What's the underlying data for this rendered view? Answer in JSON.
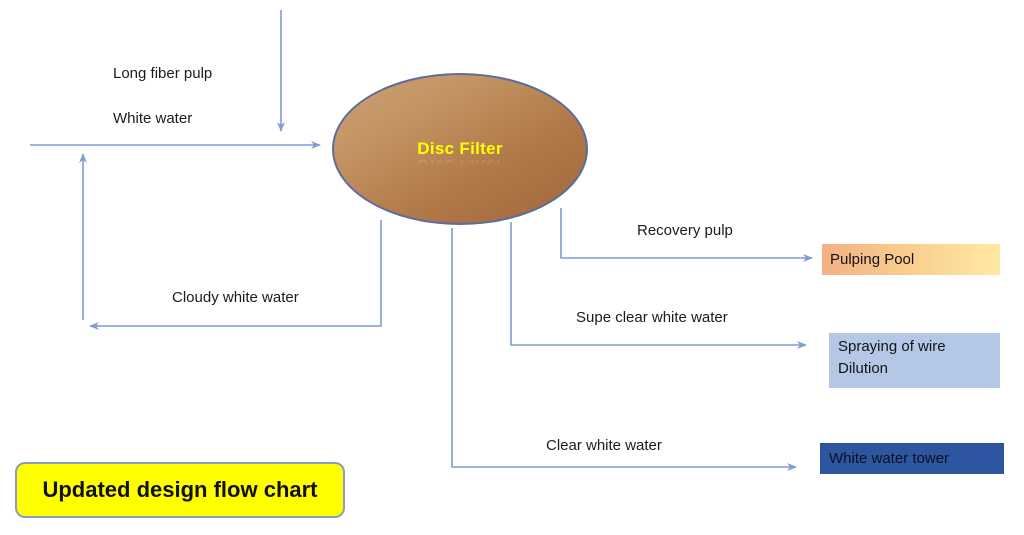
{
  "process": {
    "label": "Disc Filter"
  },
  "inputs": {
    "long_fiber": {
      "label": "Long fiber pulp"
    },
    "white_water": {
      "label": "White water"
    }
  },
  "flows": {
    "recovery": {
      "label": "Recovery pulp"
    },
    "cloudy": {
      "label": "Cloudy white water"
    },
    "supe_clear": {
      "label": "Supe clear white water"
    },
    "clear": {
      "label": "Clear white water"
    }
  },
  "destinations": {
    "pulping_pool": {
      "label": "Pulping Pool"
    },
    "spraying": {
      "label": "Spraying of wire Dilution"
    },
    "tower": {
      "label": "White water tower"
    }
  },
  "title": {
    "label": "Updated design flow chart"
  },
  "colors": {
    "connector": "#7f9cd6",
    "ellipse_border": "#5b6d9e",
    "ellipse_fill_light": "#cda175",
    "ellipse_fill_dark": "#a2673c",
    "process_text": "#ffff00",
    "pulping_gradient_left": "#f4b083",
    "pulping_gradient_right": "#ffe9a3",
    "spraying_bg": "#b4c7e7",
    "tower_bg": "#2e55a0",
    "title_bg": "#ffff00",
    "title_border": "#8a9cc0"
  }
}
